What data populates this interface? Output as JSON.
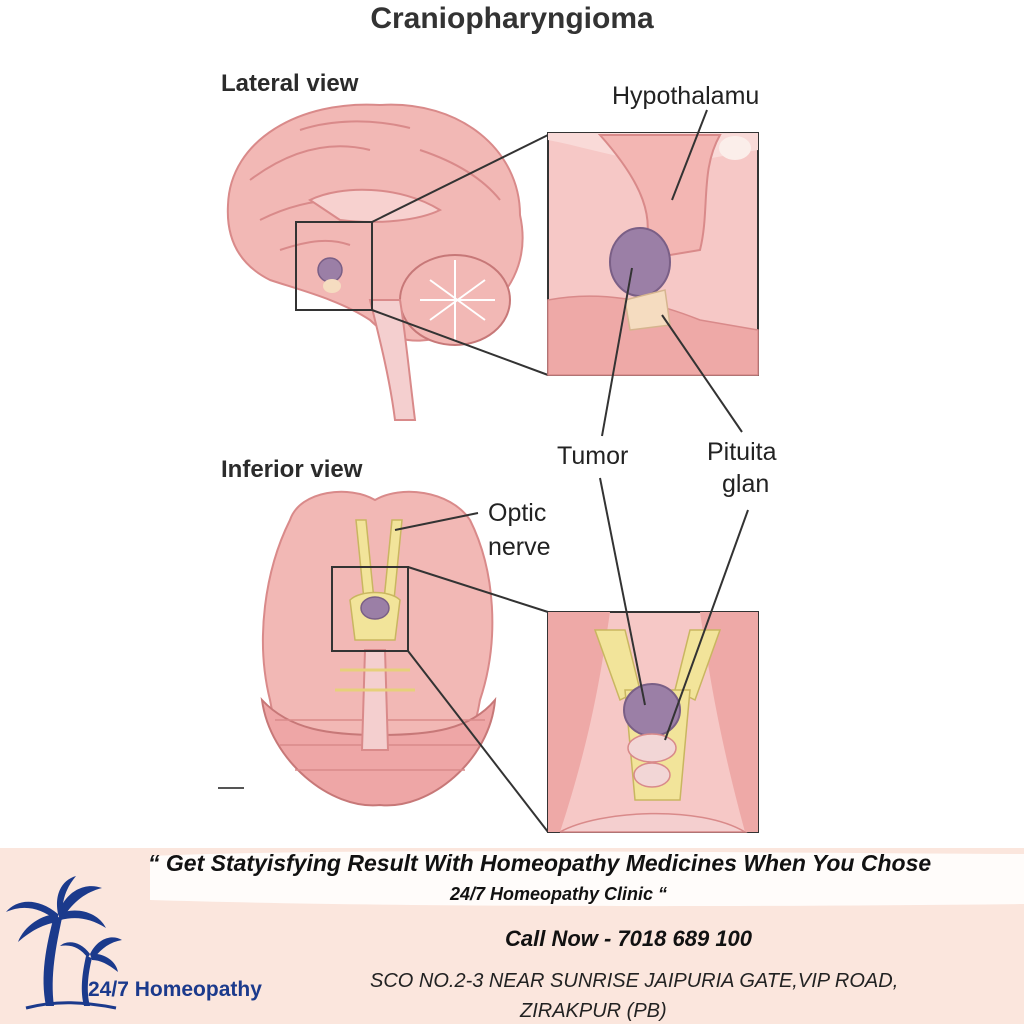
{
  "title": "Craniopharyngioma",
  "labels": {
    "lateral_view": "Lateral view",
    "inferior_view": "Inferior view",
    "hypothalamus": "Hypothalamu",
    "tumor": "Tumor",
    "pituitary_line1": "Pituita",
    "pituitary_line2": "glan",
    "optic_line1": "Optic",
    "optic_line2": "nerve"
  },
  "footer": {
    "quote_line1": "“ Get Statyisfying Result With Homeopathy Medicines  When You Chose",
    "quote_line2": "24/7 Homeopathy Clinic “",
    "call": "Call Now - 7018 689 100",
    "address_line1": "SCO NO.2-3 NEAR SUNRISE  JAIPURIA GATE,VIP ROAD,",
    "address_line2": "ZIRAKPUR (PB)",
    "brand": "24/7 Homeopathy",
    "logo_icon": "palm-tree-icon",
    "brand_color": "#1b3a8c"
  },
  "colors": {
    "brain": "#f2b8b5",
    "brain_dark": "#d98a8a",
    "tumor": "#9b7fa6",
    "nerve": "#f2e49a",
    "footer_bg": "#fbe6dd"
  }
}
